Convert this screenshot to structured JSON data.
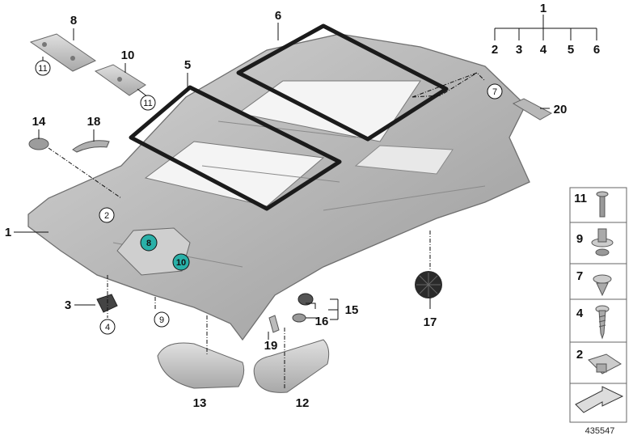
{
  "diagram": {
    "id": "435547",
    "labels": {
      "top1": "1",
      "c2": "2",
      "c3": "3",
      "c4": "4",
      "c5": "5",
      "c6": "6",
      "p8": "8",
      "p10": "10",
      "p6": "6",
      "p5": "5",
      "p14": "14",
      "p18": "18",
      "p1": "1",
      "p3": "3",
      "p13": "13",
      "p12": "12",
      "p19": "19",
      "p16": "16",
      "p15": "15",
      "p17": "17",
      "p20": "20"
    },
    "circled": {
      "c11a": "11",
      "c11b": "11",
      "c7": "7",
      "c2": "2",
      "c4": "4",
      "c9": "9"
    },
    "teal": {
      "t8": "8",
      "t10": "10"
    },
    "legend": [
      "11",
      "9",
      "7",
      "4",
      "2"
    ],
    "colors": {
      "teal": "#2ab0a8",
      "panel": "#b9b9b9",
      "panel_dark": "#8d8d8d",
      "seal": "#1b1b1b"
    }
  }
}
